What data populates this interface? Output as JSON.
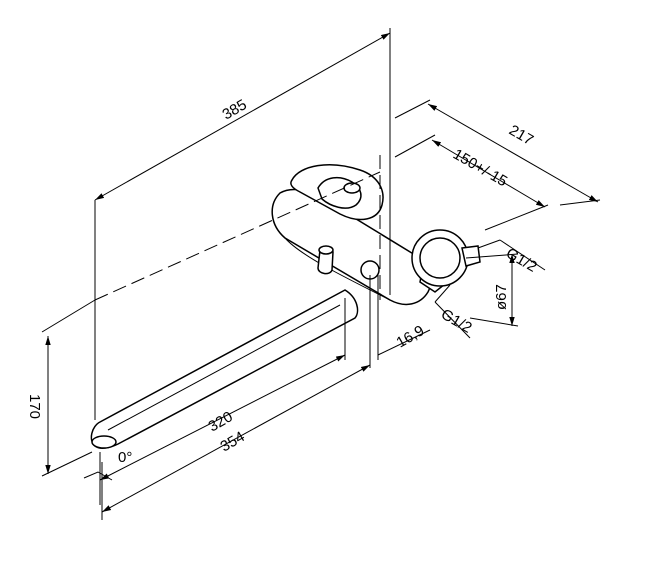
{
  "dimensions": {
    "overall_length": "385",
    "depth": "217",
    "center_distance": "150+/-15",
    "inlet_thread_upper": "G1/2",
    "inlet_thread_lower": "G1/2",
    "flange_diameter": "ø67",
    "offset": "16,9",
    "spout_length_inner": "320",
    "spout_length_outer": "354",
    "spout_height": "170",
    "spout_angle": "0°"
  }
}
